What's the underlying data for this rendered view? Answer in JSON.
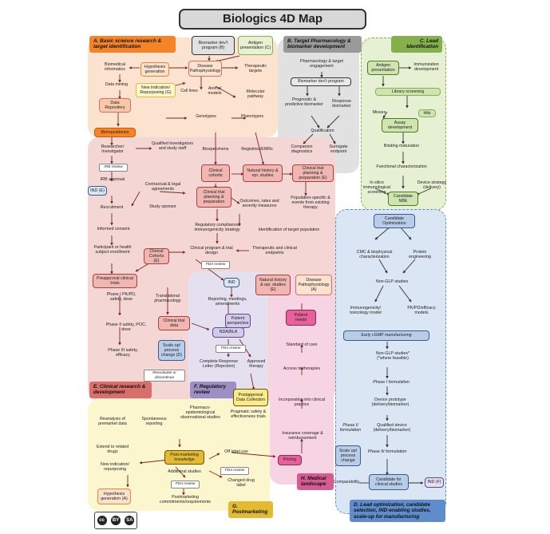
{
  "title": "Biologics 4D Map",
  "sections": {
    "a": "A. Basic science research & target identification",
    "b": "B. Target Pharmacology & biomarker development",
    "c": "C. Lead Identification",
    "d": "D. Lead optimization, candidate selection, IND-enabling studies, scale-up for manufacturing",
    "e": "E. Clinical research & development",
    "f": "F. Regulatory review",
    "g": "G. Postmarketing",
    "h": "H. Medical landscape"
  },
  "colors": {
    "a": "#fbe3cf",
    "a_header": "#f58426",
    "b": "#e1e1e1",
    "b_header": "#9a9a9a",
    "c": "#e6f0d3",
    "c_header": "#86b04b",
    "d": "#dbe6f4",
    "d_header": "#5f8ccb",
    "e": "#f4d7d5",
    "e_header": "#d96f6a",
    "f": "#e4e0ef",
    "f_header": "#9d8fc4",
    "g": "#fcf6cf",
    "g_header": "#e3ba32",
    "h": "#f7d4e4",
    "h_header": "#d65a93"
  },
  "nodes": {
    "biomarker_program_b": "Biomarker dev't program (B)",
    "antigen_presentation_c": "Antigen presentation (C)",
    "biomedical_informatics": "Biomedical informatics",
    "hypothesis_generation": "Hypothesis generation",
    "disease_pathophysiology": "Disease Pathophysiology",
    "therapeutic_targets": "Therapeutic targets",
    "data_mining": "Data mining",
    "new_indication_g": "New indication/ Repurposing (G)",
    "cell_lines": "Cell lines",
    "animal_models": "Animal models",
    "molecular_pathway": "Molecular pathway",
    "data_repository": "Data Repository",
    "genotypes": "Genotypes",
    "phenotypes": "Phenotypes",
    "biorepositories": "Biorepositories",
    "pharmacology_target_engagement": "Pharmacology & target engagement",
    "biomarker_program": "Biomarker dev't program",
    "prognostic_biomarker": "Prognostic & predictive biomarker",
    "response_biomarker": "Response biomarker",
    "qualification": "Qualification",
    "companion_diagnostics": "Companion diagnostics",
    "surrogate_endpoint": "Surrogate endpoint",
    "antigen_presentation": "Antigen presentation",
    "immunization_development": "Immunization development",
    "library_screening": "Library screening",
    "misses": "Misses",
    "hits": "Hits",
    "assay_development": "Assay development",
    "binding_maturation": "Binding maturation",
    "functional_characterization": "Functional characterization",
    "in_silico_screening": "In silico immunological screening",
    "device_strategy": "Device strategy (delivery)",
    "candidate_nbe": "Candidate NBE",
    "researcher_investigator": "Researcher/ Investigator",
    "qualified_investigators": "Qualified investigators and study staff",
    "biospecimens": "Biospecimens",
    "registries_emrs": "Registries/EMRs",
    "irb_review": "IRB review",
    "irb_approval": "IRB approval",
    "clinical_cohorts": "Clinical cohorts",
    "natural_history": "Natural history & epi. studies",
    "clinical_trial_planning_e": "Clinical trial planning & preparation (E)",
    "ind_e": "IND (E)",
    "contractual_agreements": "Contractual & legal agreements",
    "clinical_trial_planning": "Clinical trial planning & preparation",
    "outcomes_rates": "Outcomes, rates and severity measures",
    "population_events": "Population-specific & events from existing therapy",
    "recruitment": "Recruitment",
    "study_sponsor": "Study sponsor",
    "informed_consent": "Informed consent",
    "regulatory_compliance": "Regulatory compliance/ immunogenicity strategy",
    "identification_population": "Identification of target population",
    "participant_enrollment": "Participant or health subject enrollment",
    "clinical_cohorts_e": "Clinical Cohorts (E)",
    "clinical_program": "Clinical program & trial design",
    "therapeutic_endpoints": "Therapeutic and clinical endpoints",
    "fda_review_1": "FDA review",
    "preapproval_trials": "Preapproval clinical trials",
    "ind": "IND",
    "natural_history_e": "Natural history & epi. studies (E)",
    "disease_pathophysiology_a": "Disease Pathophysiology (A)",
    "phase_1": "Phase I PK/PD, safety, dose",
    "phase_2": "Phase II safety, POC, dose",
    "phase_3": "Phase III safety, efficacy",
    "translational_pharmacology": "Translational pharmacology",
    "reporting_meetings": "Reporting, meetings, amendments",
    "patient_perspective": "Patient perspective",
    "clinical_trial_data": "Clinical trial data",
    "patient_needs": "Patient needs",
    "nda_bla": "NDA/BLA",
    "scale_up_d": "Scale up/ process change (D)",
    "fda_review_2": "FDA review",
    "standard_of_care": "Standard of care",
    "complete_response": "Complete Response Letter (Rejection)",
    "approved_therapy": "Approved therapy",
    "reevaluate": "Reevaluate or discontinue",
    "access_therapies": "Access to therapies",
    "postapproval_data": "Postapproval Data Collection",
    "incorporation_practice": "Incorporation into clinical practice",
    "reanalysis": "Reanalysis of premarket data",
    "spontaneous_reporting": "Spontaneous reporting",
    "pharmaco_studies": "Pharmaco-epidemiological observational studies",
    "pragmatic_safety": "Pragmatic safety & effectiveness trials",
    "insurance_coverage": "Insurance coverage & reimbursement",
    "extend_drugs": "Extend to related drugs",
    "post_marketing_knowledge": "Post-marketing knowledge",
    "off_label_use": "Off label use",
    "pricing": "Pricing",
    "new_indication": "New indication/ repurposing",
    "fda_review_3": "FDA review",
    "additional_studies": "Additional studies",
    "changed_label": "Changed drug label",
    "fda_review_4": "FDA review",
    "hypothesis_a": "Hypothesis generation (A)",
    "postmarketing_commitments": "Postmarketing commitments/requirements",
    "candidate_optimization": "Candidate Optimization",
    "cmc": "CMC & biophysical characterization",
    "protein_engineering": "Protein engineering",
    "non_glp": "Non-GLP studies",
    "immunogenicity_model": "Immunogenicity/ toxicology model",
    "pkpd_models": "PK/PD/efficacy models",
    "early_cgmp": "Early cGMP manufacturing",
    "non_glp_2": "Non-GLP studies* (*where feasible)",
    "phase_1_form": "Phase I formulation",
    "device_prototype": "Device prototype (delivery/biomarker)",
    "phase_2_form": "Phase II formulation",
    "qualified_device": "Qualified device (delivery/biomarker)",
    "scale_up": "Scale up/ process change",
    "phase_3_form": "Phase III formulation",
    "comparability": "Comparability",
    "candidate_clinical": "Candidate for clinical studies",
    "ind_f": "IND (F)"
  },
  "license": {
    "cc": "cc",
    "by": "BY",
    "sa": "SA"
  }
}
